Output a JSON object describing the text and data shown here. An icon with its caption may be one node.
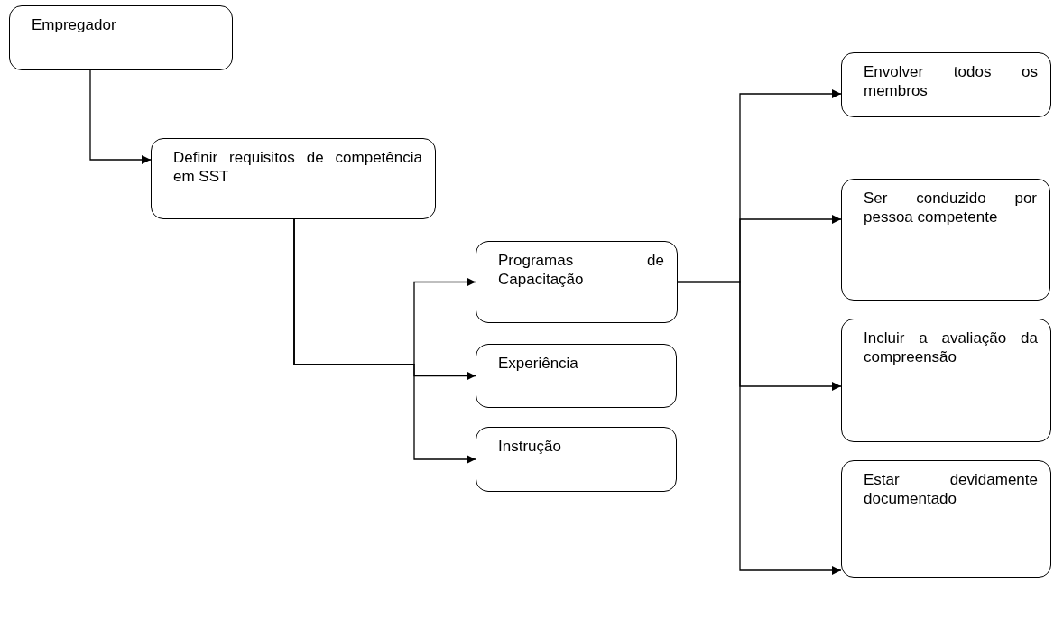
{
  "diagram": {
    "nodes": [
      {
        "text": [
          "Empregador"
        ]
      },
      {
        "text": [
          "Definir requisitos de competência em SST"
        ]
      },
      {
        "text": [
          "Programas de Capacitação"
        ]
      },
      {
        "text": [
          "Experiência"
        ]
      },
      {
        "text": [
          "Instrução"
        ]
      },
      {
        "text": [
          "Envolver todos os membros"
        ]
      },
      {
        "text": [
          "Ser conduzido por pessoa competente"
        ]
      },
      {
        "text": [
          "Incluir a avaliação da compreensão"
        ]
      },
      {
        "text": [
          "Estar devidamente documentado"
        ]
      }
    ],
    "edges": [
      {
        "from": 0,
        "to": 1,
        "arrow": "to"
      },
      {
        "from": 1,
        "to": 2,
        "arrow": "to"
      },
      {
        "from": 1,
        "to": 3,
        "arrow": "to"
      },
      {
        "from": 1,
        "to": 4,
        "arrow": "to"
      },
      {
        "from": 2,
        "to": 5,
        "arrow": "to"
      },
      {
        "from": 2,
        "to": 6,
        "arrow": "to"
      },
      {
        "from": 2,
        "to": 7,
        "arrow": "to"
      },
      {
        "from": 2,
        "to": 8,
        "arrow": "to"
      }
    ]
  }
}
